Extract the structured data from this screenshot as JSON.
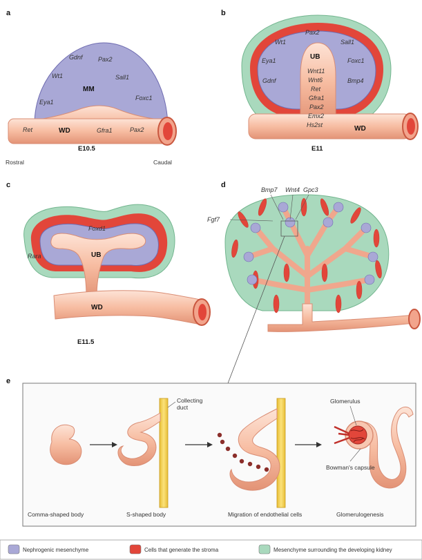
{
  "panels": {
    "a": {
      "letter": "a",
      "genes_mm": [
        "Gdnf",
        "Pax2",
        "Wt1",
        "Sall1",
        "Eya1",
        "Foxc1"
      ],
      "mm_label": "MM",
      "genes_wd": [
        "Ret",
        "Gfra1",
        "Pax2"
      ],
      "wd_label": "WD",
      "stage": "E10.5",
      "rostral": "Rostral",
      "caudal": "Caudal"
    },
    "b": {
      "letter": "b",
      "genes_cap": [
        "Pax2",
        "Wt1",
        "Sall1",
        "Eya1",
        "Foxc1",
        "Gdnf",
        "Bmp4"
      ],
      "ub_label": "UB",
      "genes_ub": [
        "Wnt11",
        "Wnt6",
        "Ret",
        "Gfra1",
        "Pax2",
        "Emx2",
        "Hs2st"
      ],
      "wd_label": "WD",
      "stage": "E11"
    },
    "c": {
      "letter": "c",
      "genes": [
        "Foxd1",
        "Rara"
      ],
      "ub_label": "UB",
      "wd_label": "WD",
      "stage": "E11.5"
    },
    "d": {
      "letter": "d",
      "genes": [
        "Bmp7",
        "Wnt4",
        "Gpc3",
        "Fgf7"
      ]
    },
    "e": {
      "letter": "e",
      "captions": [
        "Comma-shaped body",
        "S-shaped body",
        "Migration of endothelial cells",
        "Glomerulogenesis"
      ],
      "collecting_duct": [
        "Collecting",
        "duct"
      ],
      "glomerulus": "Glomerulus",
      "bowmans": "Bowman's capsule"
    }
  },
  "legend": [
    {
      "label": "Nephrogenic mesenchyme",
      "color": "#a9a8d6"
    },
    {
      "label": "Cells that generate the stroma",
      "color": "#e2463a"
    },
    {
      "label": "Mesenchyme surrounding the developing kidney",
      "color": "#a9d9bd"
    }
  ],
  "colors": {
    "epithelium": "#f8c7b1",
    "epithelium_dark": "#e08870",
    "duct_yellow": "#f7d55b"
  }
}
